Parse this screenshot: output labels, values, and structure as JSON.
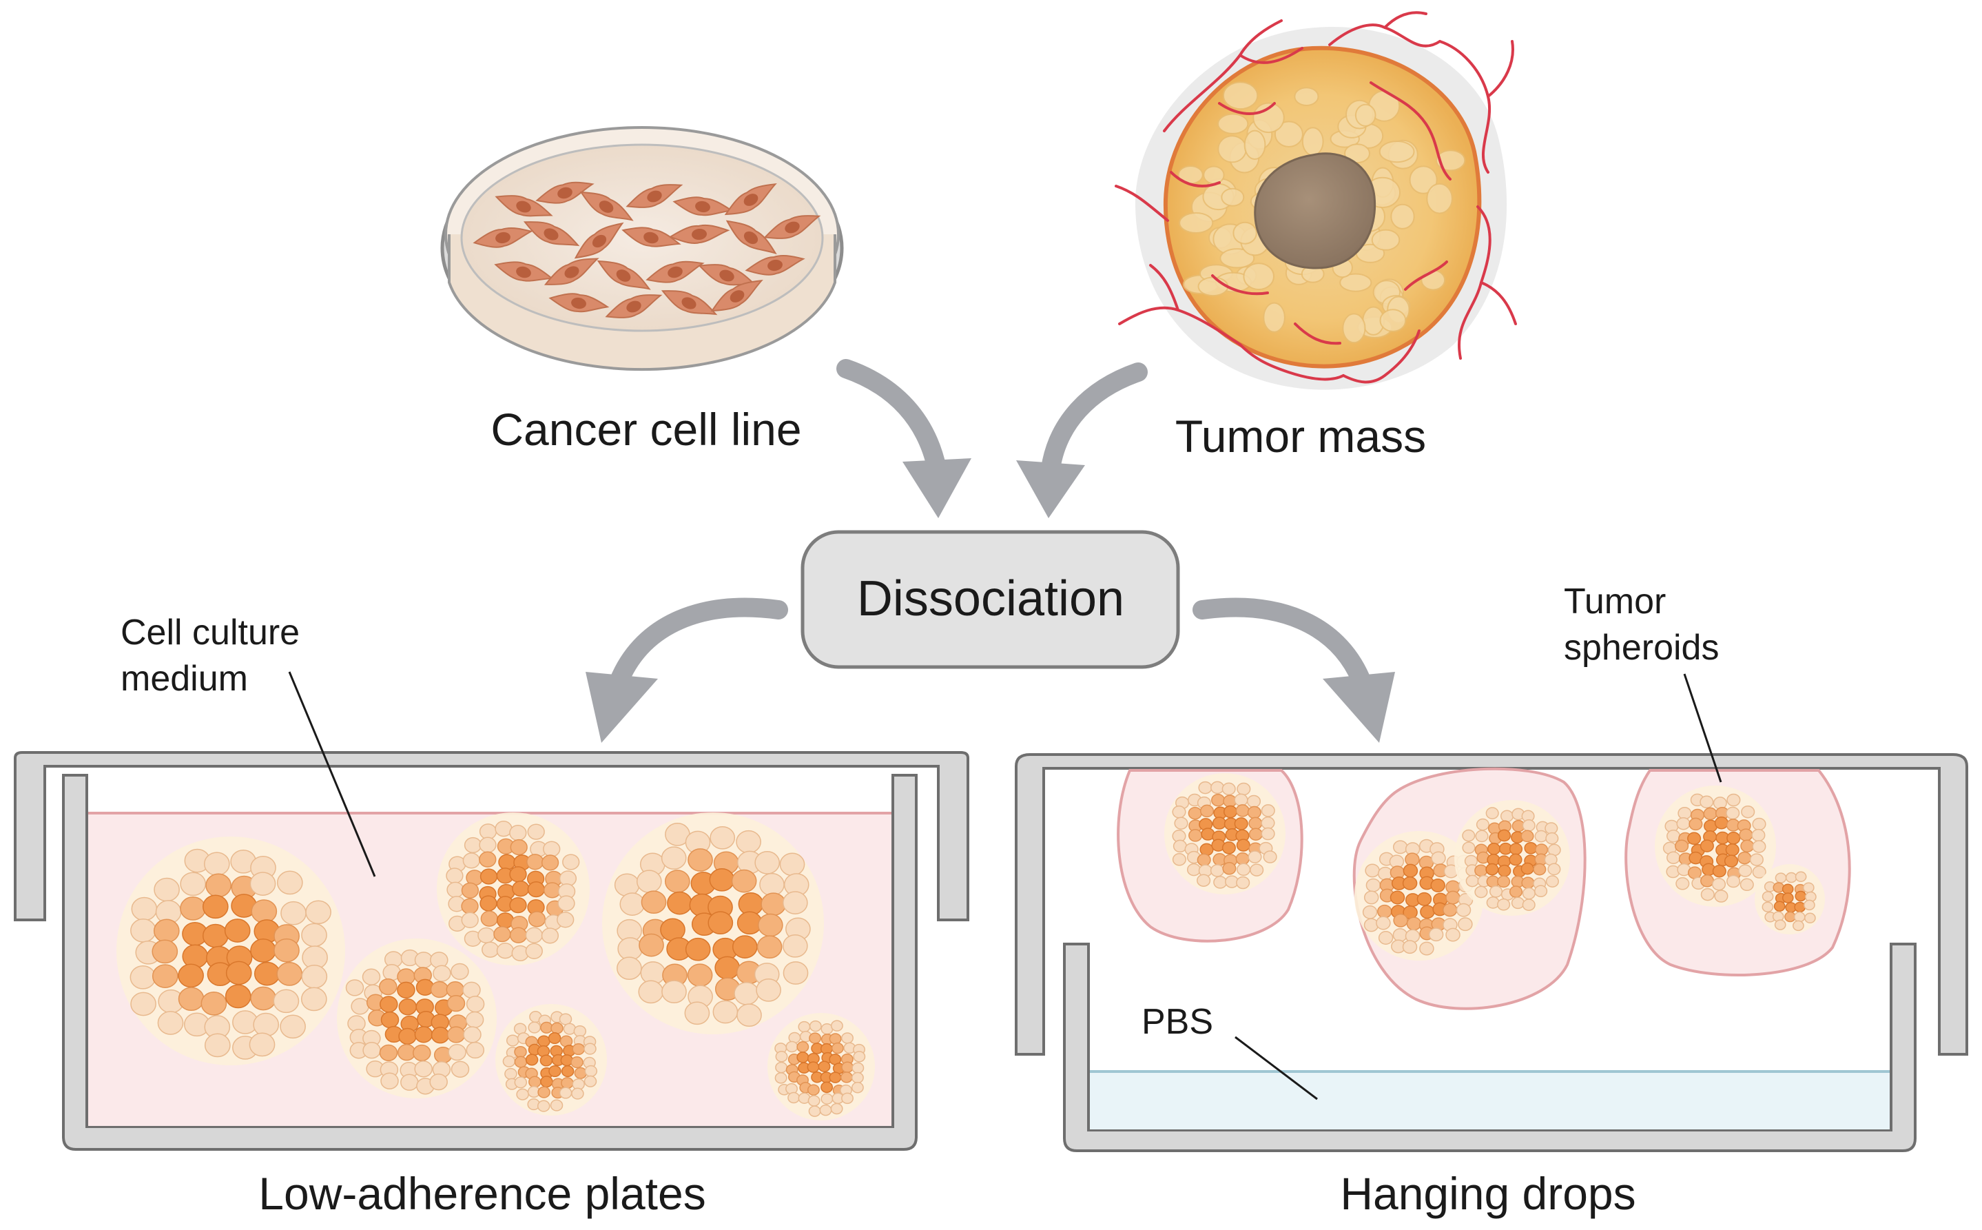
{
  "sources": {
    "cell_line_label": "Cancer cell line",
    "tumor_label": "Tumor mass"
  },
  "center": {
    "label": "Dissociation"
  },
  "left_panel": {
    "title": "Low-adherence plates",
    "callout_line1": "Cell culture",
    "callout_line2": "medium"
  },
  "right_panel": {
    "title": "Hanging drops",
    "callout_line1": "Tumor",
    "callout_line2": "spheroids",
    "pbs_label": "PBS"
  },
  "colors": {
    "arrow": "#a4a6ab",
    "box_fill": "#e2e2e2",
    "box_stroke": "#7d7d7d",
    "medium_fill": "#fbe9ea",
    "drop_stroke": "#e2a3a6",
    "pbs_fill": "#e9f4f8",
    "cell_orange": "#f0954a",
    "cell_light": "#f7d2ae"
  }
}
